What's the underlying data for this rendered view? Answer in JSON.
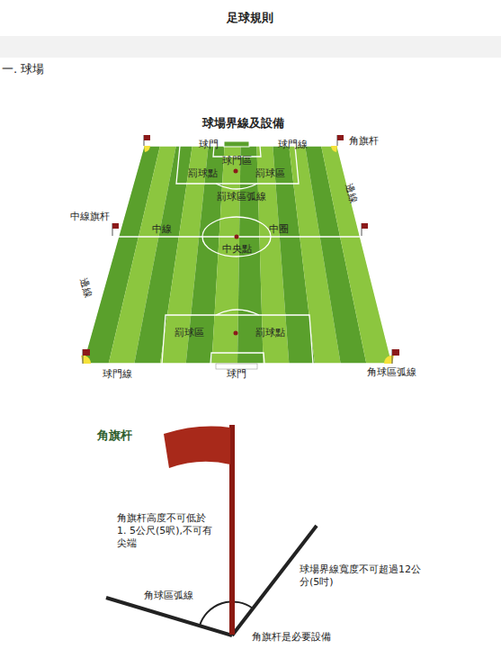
{
  "diagram": {
    "title": "足球規則",
    "labels": [
      "一. 球場",
      "球場界線及設備",
      "球門",
      "球門線",
      "角旗杆",
      "球門區",
      "罰球點",
      "罰球區",
      "罰球區弧線",
      "邊線",
      "中線旗杆",
      "中線",
      "中圈",
      "中央點",
      "邊線",
      "罰球區",
      "罰球點",
      "球門線",
      "球門",
      "角球區弧線",
      "角旗杆",
      "角旗杆高度不可低於1. 5公尺(5呎),不可有尖端",
      "角球區弧線",
      "球場界線寬度不可超過12公分(5吋)",
      "角旗杆是必要設備"
    ]
  }
}
